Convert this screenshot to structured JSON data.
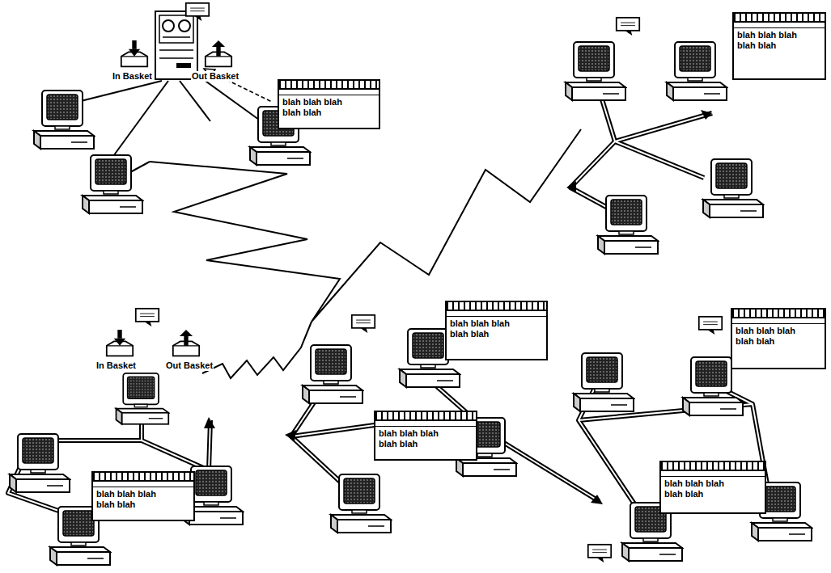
{
  "diagram": {
    "nodes": [
      {
        "text": [
          "blah blah blah",
          "blah blah"
        ]
      },
      {
        "text": [
          "blah blah blah",
          "blah blah"
        ]
      },
      {
        "text": [
          "blah blah blah",
          "blah blah"
        ]
      },
      {
        "text": [
          "blah blah blah",
          "blah blah"
        ]
      },
      {
        "text": [
          "blah blah blah",
          "blah blah"
        ]
      },
      {
        "text": [
          "blah blah blah",
          "blah blah"
        ]
      },
      {
        "text": [
          "blah blah blah",
          "blah blah"
        ]
      }
    ],
    "labels": [
      "In Basket",
      "Out Basket",
      "In Basket",
      "Out Basket"
    ]
  }
}
